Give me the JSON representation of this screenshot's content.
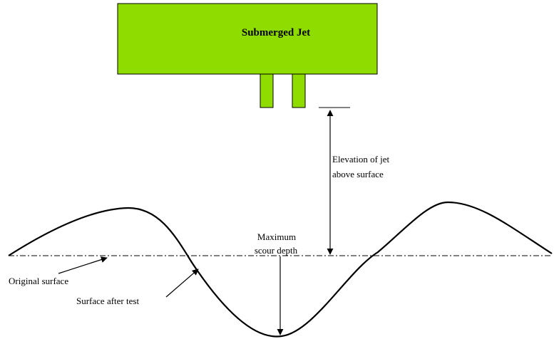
{
  "jet": {
    "title": "Submerged Jet",
    "color": "#8fdc00",
    "outline": "#000000"
  },
  "labels": {
    "elevation_line1": "Elevation of jet",
    "elevation_line2": "above surface",
    "max_scour_line1": "Maximum",
    "max_scour_line2": "scour depth",
    "original_surface": "Original surface",
    "surface_after_test": "Surface after test"
  },
  "colors": {
    "line": "#000000",
    "background": "#ffffff"
  }
}
